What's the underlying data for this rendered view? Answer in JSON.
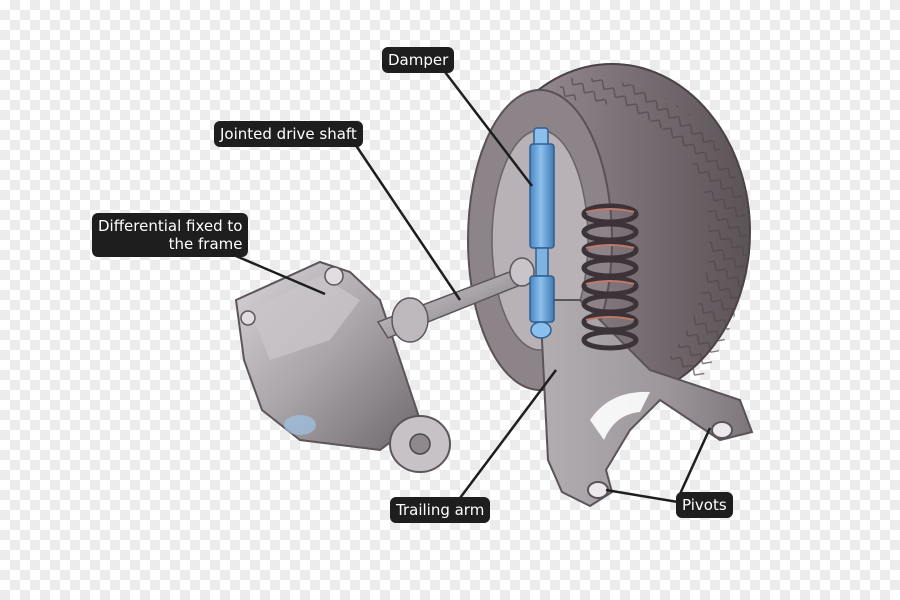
{
  "labels": {
    "damper": "Damper",
    "drive_shaft": "Jointed drive shaft",
    "differential": {
      "line1": "Differential fixed to",
      "line2": "the frame"
    },
    "trailing_arm": "Trailing arm",
    "pivots": "Pivots"
  },
  "colors": {
    "label_bg": "#1e1e1e",
    "label_text": "#ffffff",
    "damper": "#5e9bd6",
    "metal": "#a9a4a8",
    "tyre": "#6f6569"
  }
}
